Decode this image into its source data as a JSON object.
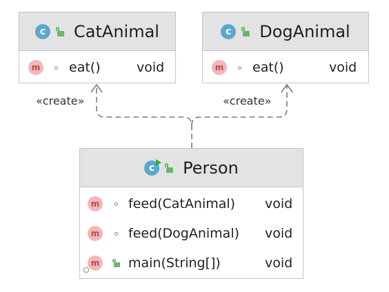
{
  "colors": {
    "header_bg": "#e3e3e3",
    "border": "#c4c4c4",
    "class_icon": "#5aa7cf",
    "method_icon_bg": "#f2b8b8",
    "method_icon_fg": "#c24848",
    "public_lock": "#6ab66a",
    "edge": "#7a7a7a"
  },
  "classes": {
    "cat": {
      "name": "CatAnimal",
      "icon_letter": "c",
      "methods": [
        {
          "icon_letter": "m",
          "visibility": "package",
          "name": "eat()",
          "type": "void"
        }
      ]
    },
    "dog": {
      "name": "DogAnimal",
      "icon_letter": "c",
      "methods": [
        {
          "icon_letter": "m",
          "visibility": "package",
          "name": "eat()",
          "type": "void"
        }
      ]
    },
    "person": {
      "name": "Person",
      "icon_letter": "c",
      "methods": [
        {
          "icon_letter": "m",
          "visibility": "package",
          "name": "feed(CatAnimal)",
          "type": "void"
        },
        {
          "icon_letter": "m",
          "visibility": "package",
          "name": "feed(DogAnimal)",
          "type": "void"
        },
        {
          "icon_letter": "m",
          "visibility": "public",
          "static": true,
          "name": "main(String[])",
          "type": "void"
        }
      ]
    }
  },
  "relations": [
    {
      "from": "Person",
      "to": "CatAnimal",
      "label": "«create»"
    },
    {
      "from": "Person",
      "to": "DogAnimal",
      "label": "«create»"
    }
  ]
}
